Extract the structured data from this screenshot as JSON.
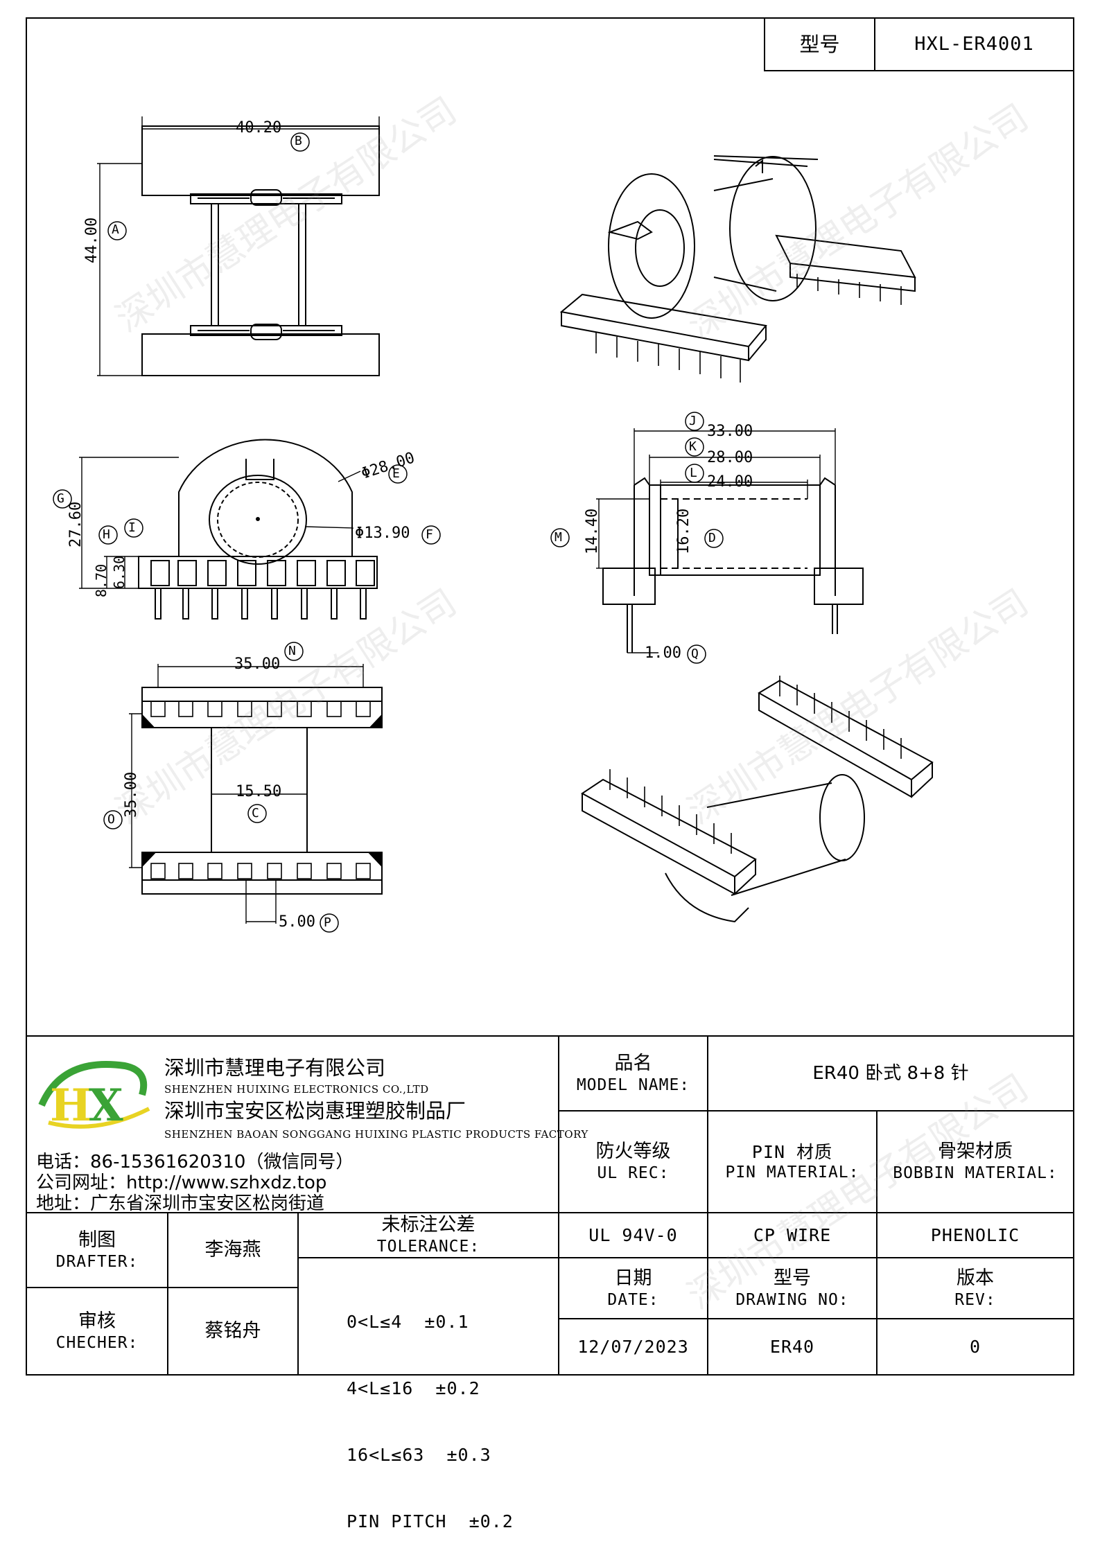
{
  "header": {
    "model_label": "型号",
    "model_value": "HXL-ER4001"
  },
  "dimensions": {
    "top_view": {
      "width": "40.20",
      "height": "44.00",
      "label_a": "A",
      "label_b": "B"
    },
    "side_view": {
      "outer_dia": "Φ28.00",
      "outer_label": "E",
      "inner_dia": "Φ13.90",
      "inner_label": "F",
      "height_total": "27.60",
      "height_total_label": "G",
      "height_base": "8.70",
      "height_base_label": "H",
      "height_pin": "6.30",
      "height_pin_label": "I"
    },
    "section_view": {
      "j": "33.00",
      "j_label": "J",
      "k": "28.00",
      "k_label": "K",
      "l": "24.00",
      "l_label": "L",
      "m": "14.40",
      "m_label": "M",
      "d": "16.20",
      "d_label": "D",
      "q": "1.00",
      "q_label": "Q"
    },
    "bottom_view": {
      "n": "35.00",
      "n_label": "N",
      "o": "35.00",
      "o_label": "O",
      "c": "15.50",
      "c_label": "C",
      "p": "5.00",
      "p_label": "P"
    }
  },
  "watermark": "深圳市慧理电子有限公司",
  "company": {
    "name_cn": "深圳市慧理电子有限公司",
    "name_en": "SHENZHEN HUIXING ELECTRONICS CO.,LTD",
    "factory_cn": "深圳市宝安区松岗惠理塑胶制品厂",
    "factory_en": "SHENZHEN BAOAN SONGGANG HUIXING PLASTIC PRODUCTS FACTORY",
    "phone": "电话：86-15361620310（微信同号）",
    "website": "公司网址：http://www.szhxdz.top",
    "address": "地址：广东省深圳市宝安区松岗街道",
    "logo_h": "H",
    "logo_x": "X",
    "logo_green": "#3aa336",
    "logo_yellow": "#e8d323"
  },
  "title_block": {
    "model_name_cn": "品名",
    "model_name_en": "MODEL NAME:",
    "model_name_value": "ER40 卧式 8+8 针",
    "ul_cn": "防火等级",
    "ul_en": "UL REC:",
    "pin_cn": "PIN 材质",
    "pin_en": "PIN MATERIAL:",
    "bobbin_cn": "骨架材质",
    "bobbin_en": "BOBBIN MATERIAL:",
    "ul_value": "UL 94V-0",
    "pin_value": "CP WIRE",
    "bobbin_value": "PHENOLIC",
    "date_cn": "日期",
    "date_en": "DATE:",
    "drawing_cn": "型号",
    "drawing_en": "DRAWING NO:",
    "rev_cn": "版本",
    "rev_en": "REV:",
    "date_value": "12/07/2023",
    "drawing_value": "ER40",
    "rev_value": "0",
    "drafter_cn": "制图",
    "drafter_en": "DRAFTER:",
    "drafter_name": "李海燕",
    "checker_cn": "审核",
    "checker_en": "CHECHER:",
    "checker_name": "蔡铭舟",
    "tolerance_cn": "未标注公差",
    "tolerance_en": "TOLERANCE:",
    "tolerances": [
      "0<L≤4  ±0.1",
      "4<L≤16  ±0.2",
      "16<L≤63  ±0.3",
      "PIN PITCH  ±0.2"
    ]
  }
}
